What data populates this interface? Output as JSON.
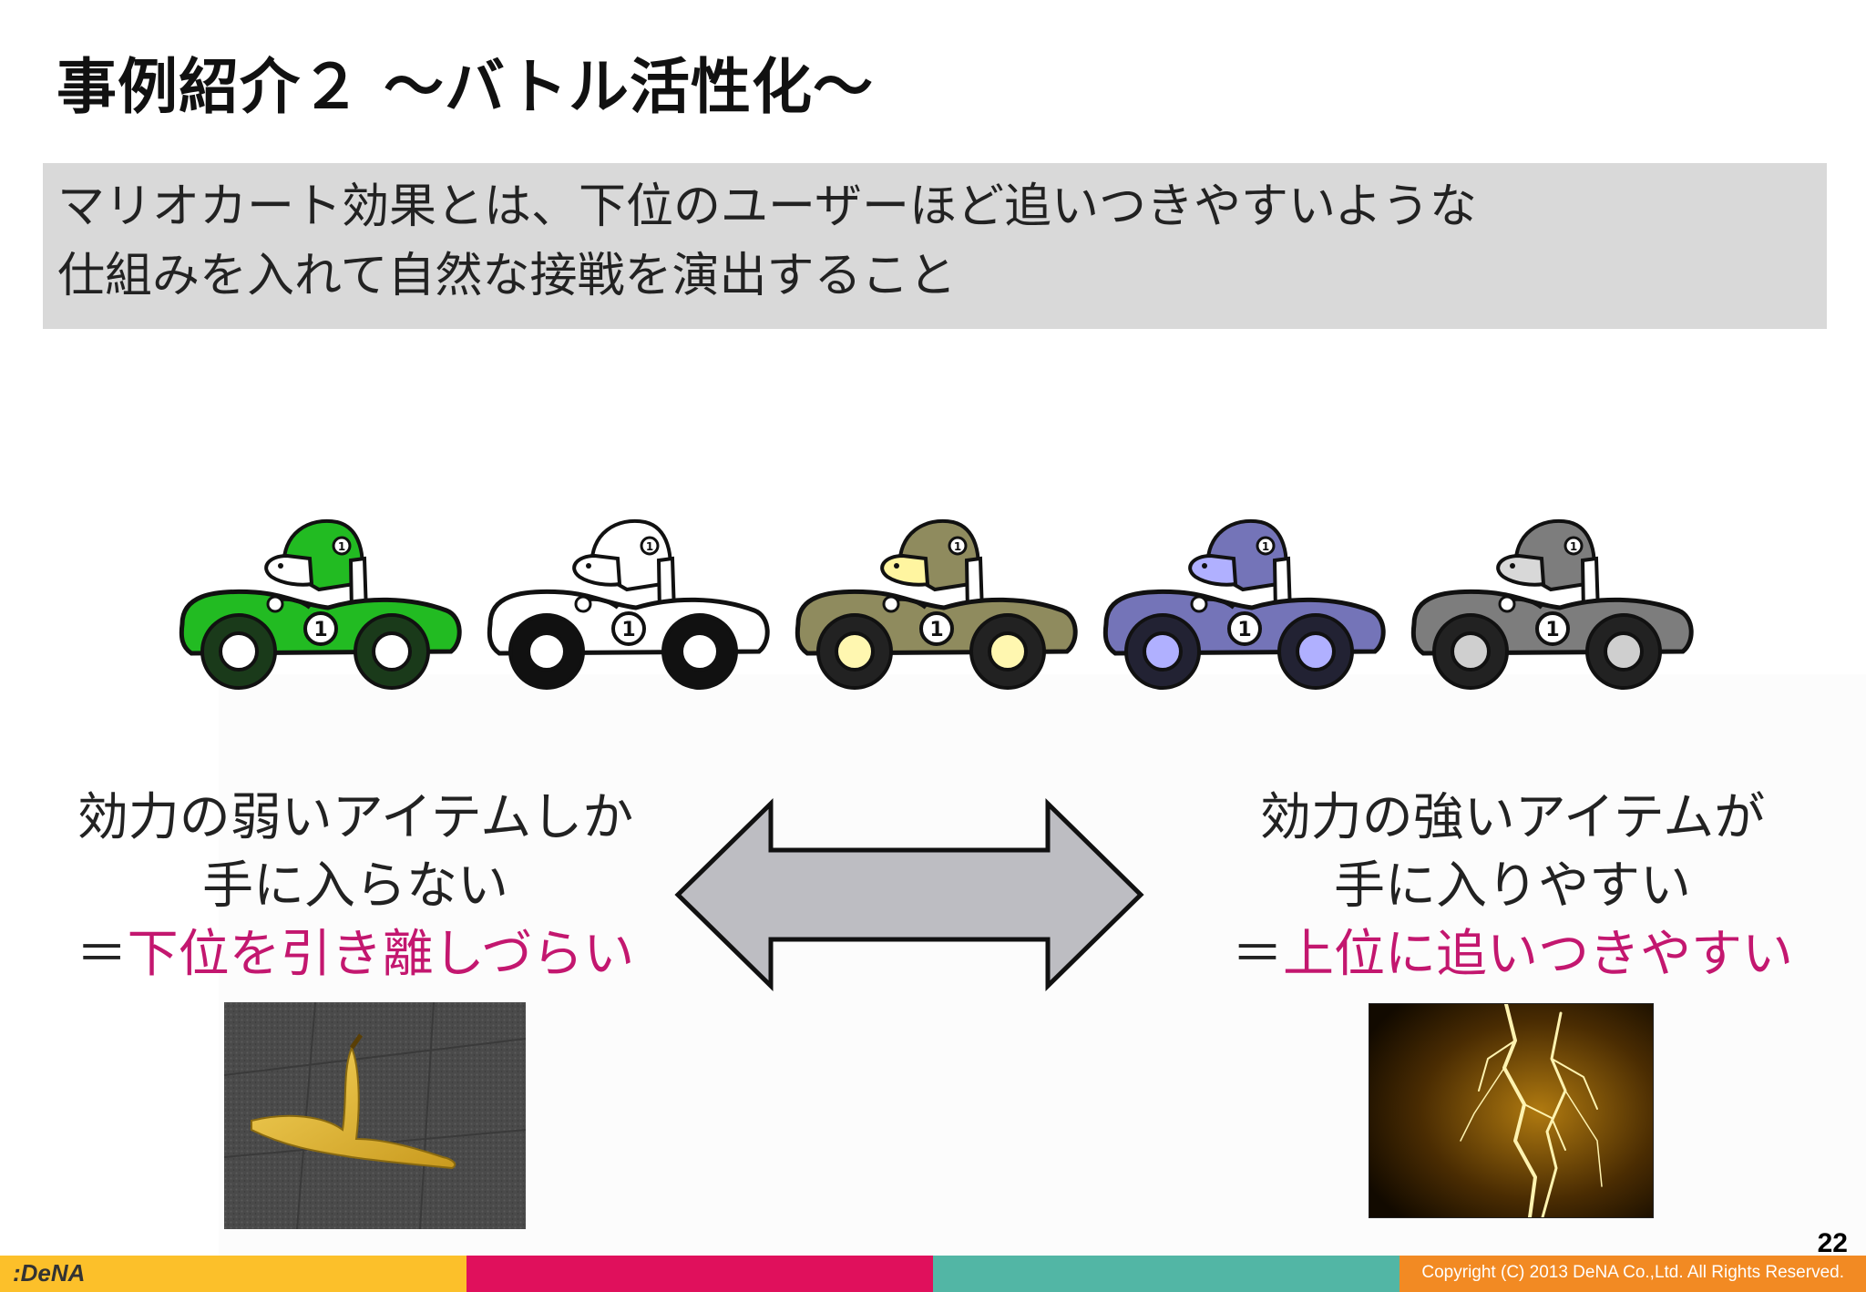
{
  "slide": {
    "title": "事例紹介２ ～バトル活性化～",
    "definition": {
      "line1": "マリオカート効果とは、下位のユーザーほど追いつきやすいような",
      "line2": "仕組みを入れて自然な接戦を演出すること"
    },
    "cars": [
      {
        "body": "#22bb22",
        "wheel": "#1a3a1a",
        "hub": "#ffffff",
        "helmet": "#22bb22",
        "face": "#ffffff"
      },
      {
        "body": "#ffffff",
        "wheel": "#111111",
        "hub": "#ffffff",
        "helmet": "#ffffff",
        "face": "#ffffff"
      },
      {
        "body": "#8f8b5e",
        "wheel": "#222222",
        "hub": "#fff7b0",
        "helmet": "#8f8b5e",
        "face": "#fff5a0"
      },
      {
        "body": "#7474b8",
        "wheel": "#222233",
        "hub": "#b0b0ff",
        "helmet": "#7474b8",
        "face": "#b0b0ff"
      },
      {
        "body": "#7d7d7d",
        "wheel": "#222222",
        "hub": "#cfcfcf",
        "helmet": "#7d7d7d",
        "face": "#d8d8d8"
      }
    ],
    "car_number": "1",
    "left_caption": {
      "line1": "効力の弱いアイテムしか",
      "line2": "手に入らない",
      "line3_prefix": "＝",
      "line3_highlight": "下位を引き離しづらい"
    },
    "right_caption": {
      "line1": "効力の強いアイテムが",
      "line2": "手に入りやすい",
      "line3_prefix": "＝",
      "line3_highlight": "上位に追いつきやすい"
    },
    "highlight_color": "#c3176f",
    "page_number": "22",
    "footer": {
      "logo": ":DeNA",
      "copyright": "Copyright (C) 2013 DeNA Co.,Ltd. All Rights Reserved.",
      "colors": [
        "#fcc02a",
        "#e0105c",
        "#52b6a5",
        "#f28a23"
      ]
    }
  }
}
